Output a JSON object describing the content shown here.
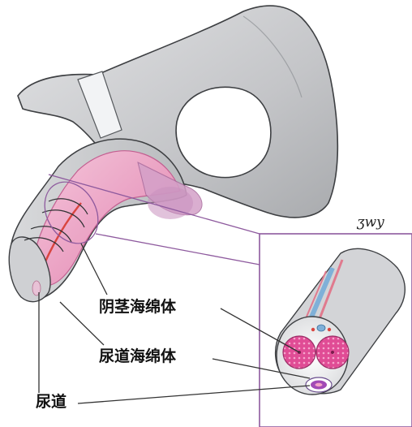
{
  "labels": {
    "corpus_cavernosum": "阴茎海绵体",
    "corpus_spongiosum": "尿道海绵体",
    "urethra": "尿道"
  },
  "signature": "ʒwy",
  "colors": {
    "bone": "#c9cacc",
    "bone_dark": "#9fa1a4",
    "shaft_pink": "#f0a8c8",
    "shaft_magenta": "#e06aa4",
    "inset_border": "#8e5a9e",
    "leader": "#333333",
    "urethra_blue": "#7fb0d8"
  }
}
